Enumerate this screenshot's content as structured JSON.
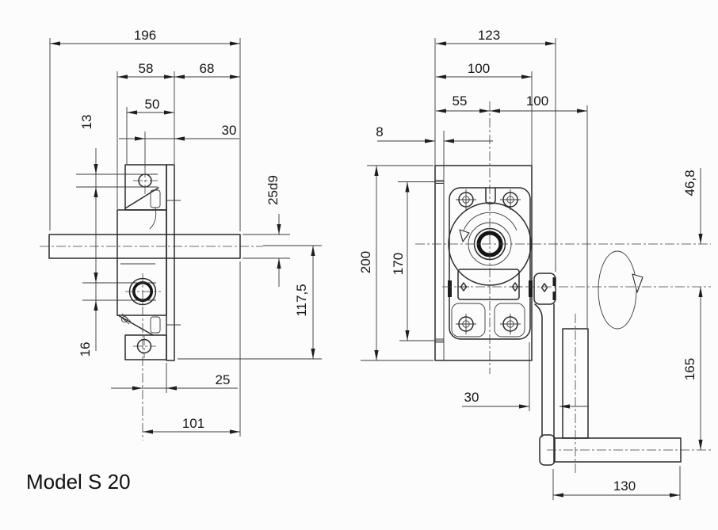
{
  "model_label": "Model S 20",
  "dims_left": {
    "overall_width": "196",
    "mount_span": "58",
    "shaft_protrusion": "68",
    "body_width": "50",
    "hole_diameter": "13",
    "hole_to_plate": "30",
    "shaft_diameter": "25d9",
    "below_axis_height": "117,5",
    "bore_diameter": "16",
    "hub_to_plate": "25",
    "axis_to_shaft_end": "101"
  },
  "dims_right": {
    "overall_width": "123",
    "plate_width": "100",
    "edge_to_axis": "55",
    "axis_to_handle": "100",
    "flange_lip": "8",
    "plate_height": "200",
    "slot_spacing": "170",
    "axis_to_crank": "46,8",
    "crank_radius": "165",
    "housing_to_arm": "30",
    "grip_length": "130"
  }
}
